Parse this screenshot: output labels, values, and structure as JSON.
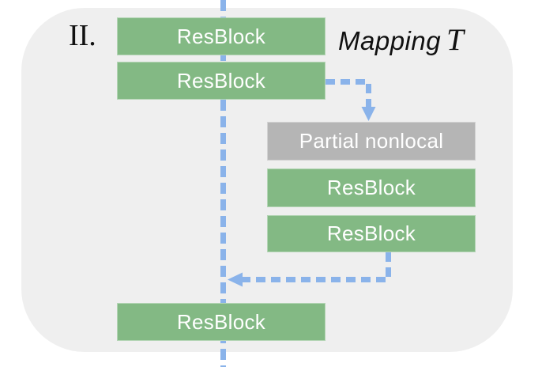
{
  "colors": {
    "panel_bg": "#efefef",
    "block_green": "#83b984",
    "block_gray": "#b5b5b5",
    "flow_blue": "#8ab3ea",
    "block_text": "#ffffff",
    "label_text": "#111111"
  },
  "diagram": {
    "panel_label": "II.",
    "title_text": "Mapping",
    "title_symbol": "T",
    "left_blocks": [
      "ResBlock",
      "ResBlock"
    ],
    "right_blocks": [
      "Partial nonlocal",
      "ResBlock",
      "ResBlock"
    ],
    "bottom_block": "ResBlock"
  }
}
